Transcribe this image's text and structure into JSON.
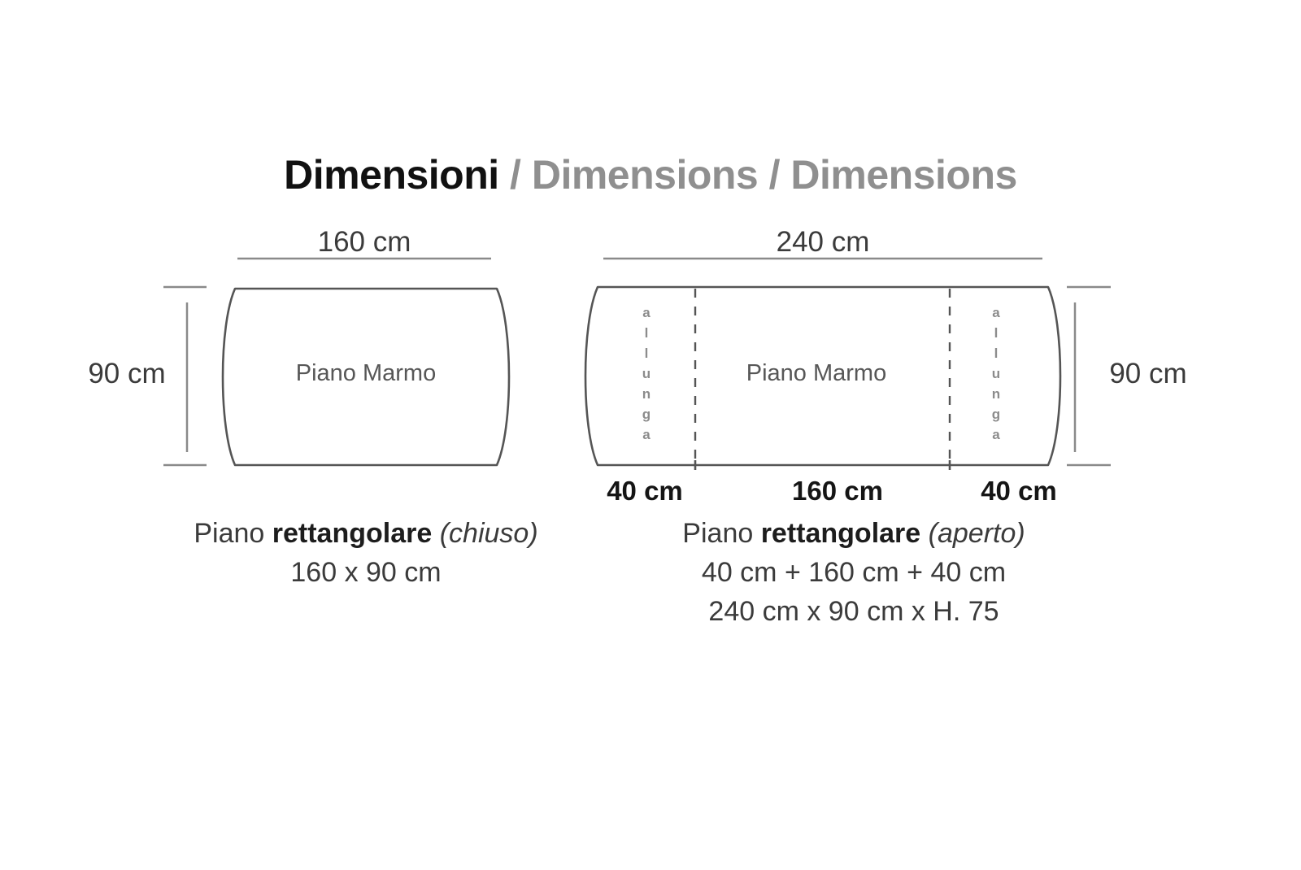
{
  "title": {
    "primary": "Dimensioni",
    "secondary": " / Dimensions / Dimensions"
  },
  "left_diagram": {
    "name": "piano-rettangolare-chiuso",
    "width_label": "160 cm",
    "height_label": "90 cm",
    "surface_label": "Piano Marmo",
    "caption_regular_1": "Piano ",
    "caption_bold": "rettangolare",
    "caption_italic": " (chiuso)",
    "caption_dimensions": "160 x 90 cm"
  },
  "right_diagram": {
    "name": "piano-rettangolare-aperto",
    "width_label": "240 cm",
    "height_label": "90 cm",
    "surface_label": "Piano Marmo",
    "extension_word_letters": [
      "a",
      "l",
      "l",
      "u",
      "n",
      "g",
      "a"
    ],
    "segment_labels": {
      "left_extension": "40 cm",
      "center": "160 cm",
      "right_extension": "40 cm"
    },
    "caption_regular_1": "Piano ",
    "caption_bold": "rettangolare",
    "caption_italic": " (aperto)",
    "caption_sum": "40 cm + 160 cm + 40 cm",
    "caption_dimensions": "240 cm x 90 cm x H. 75"
  },
  "colors": {
    "title_primary": "#111111",
    "title_secondary": "#8f8f8f",
    "outline": "#555555",
    "dimension_line": "#8a8a8a",
    "surface_text": "#575757",
    "allunga_text": "#8c8c8c",
    "caption_text": "#3b3b3b",
    "background": "#ffffff"
  }
}
